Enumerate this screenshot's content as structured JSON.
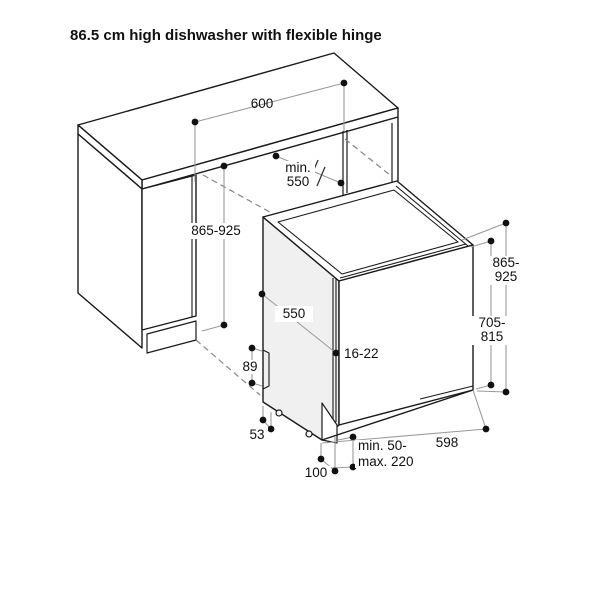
{
  "title": "86.5 cm high dishwasher with flexible hinge",
  "dimensions": {
    "niche_width": "600",
    "niche_depth": {
      "line1": "min.",
      "line2": "550"
    },
    "niche_height": "865-925",
    "appliance_depth": "550",
    "door_panel_thickness": "16-22",
    "appliance_total_height": {
      "line1": "865-",
      "line2": "925"
    },
    "door_height": {
      "line1": "705-",
      "line2": "815"
    },
    "rear_foot_height": "89",
    "rear_foot_offset": "53",
    "plinth_recess": {
      "line1": "min. 50-",
      "line2": "max. 220"
    },
    "front_foot_offset": "100",
    "appliance_width": "598"
  },
  "colors": {
    "drawing_line": "#1a1a1a",
    "dimension_line": "#9a9a9a",
    "dimension_dot": "#111111",
    "side_panel_shade": "#f0f0f0",
    "background": "#ffffff"
  }
}
